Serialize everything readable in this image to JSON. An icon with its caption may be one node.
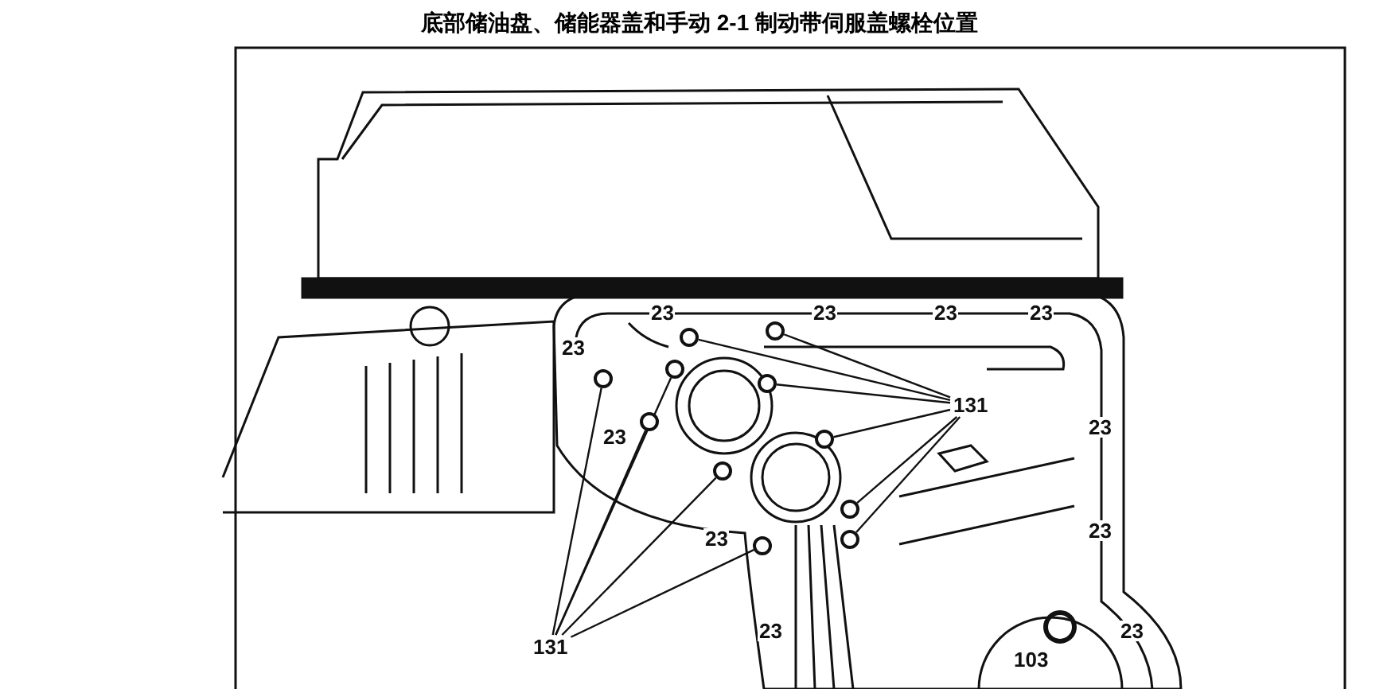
{
  "diagram": {
    "title": "底部储油盘、储能器盖和手动 2-1 制动带伺服盖螺栓位置",
    "nodes": [
      {
        "text": [
          "131"
        ]
      },
      {
        "text": [
          "131"
        ]
      },
      {
        "text": [],
        "shape": "circle"
      },
      {
        "text": [],
        "shape": "circle"
      },
      {
        "text": [],
        "shape": "circle"
      },
      {
        "text": [],
        "shape": "circle"
      },
      {
        "text": [],
        "shape": "circle"
      },
      {
        "text": [],
        "shape": "circle"
      },
      {
        "text": [],
        "shape": "circle"
      },
      {
        "text": [],
        "shape": "circle"
      },
      {
        "text": [],
        "shape": "circle"
      },
      {
        "text": [],
        "shape": "circle"
      },
      {
        "text": [],
        "shape": "circle"
      }
    ],
    "edges": [
      {
        "from": 0,
        "to": 2,
        "arrow": "none"
      },
      {
        "from": 0,
        "to": 3,
        "arrow": "none"
      },
      {
        "from": 0,
        "to": 4,
        "arrow": "none"
      },
      {
        "from": 0,
        "to": 5,
        "arrow": "none"
      },
      {
        "from": 0,
        "to": 6,
        "arrow": "none"
      },
      {
        "from": 0,
        "to": 7,
        "arrow": "none"
      },
      {
        "from": 1,
        "to": 8,
        "arrow": "none"
      },
      {
        "from": 1,
        "to": 9,
        "arrow": "none"
      },
      {
        "from": 1,
        "to": 10,
        "arrow": "none"
      },
      {
        "from": 1,
        "to": 11,
        "arrow": "none"
      },
      {
        "from": 1,
        "to": 12,
        "arrow": "none"
      }
    ],
    "labels": [
      "23",
      "23",
      "23",
      "23",
      "23",
      "23",
      "23",
      "23",
      "23",
      "23",
      "23",
      "103"
    ]
  }
}
